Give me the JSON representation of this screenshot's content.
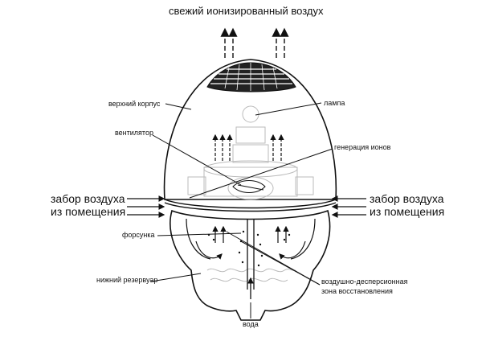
{
  "title": "свежий ионизированный воздух",
  "labels": {
    "upper_housing": "верхний корпус",
    "lamp": "лампа",
    "fan": "вентилятор",
    "ion_generation": "генерация ионов",
    "air_intake_left_line1": "забор воздуха",
    "air_intake_left_line2": "из помещения",
    "air_intake_right_line1": "забор воздуха",
    "air_intake_right_line2": "из помещения",
    "nozzle": "форсунка",
    "lower_reservoir": "нижний резервуар",
    "dispersion_zone_line1": "воздушно-десперсионная",
    "dispersion_zone_line2": "зона восстановления",
    "water": "вода"
  },
  "colors": {
    "line": "#111111",
    "light_line": "#bbbbbb",
    "background": "#ffffff"
  }
}
